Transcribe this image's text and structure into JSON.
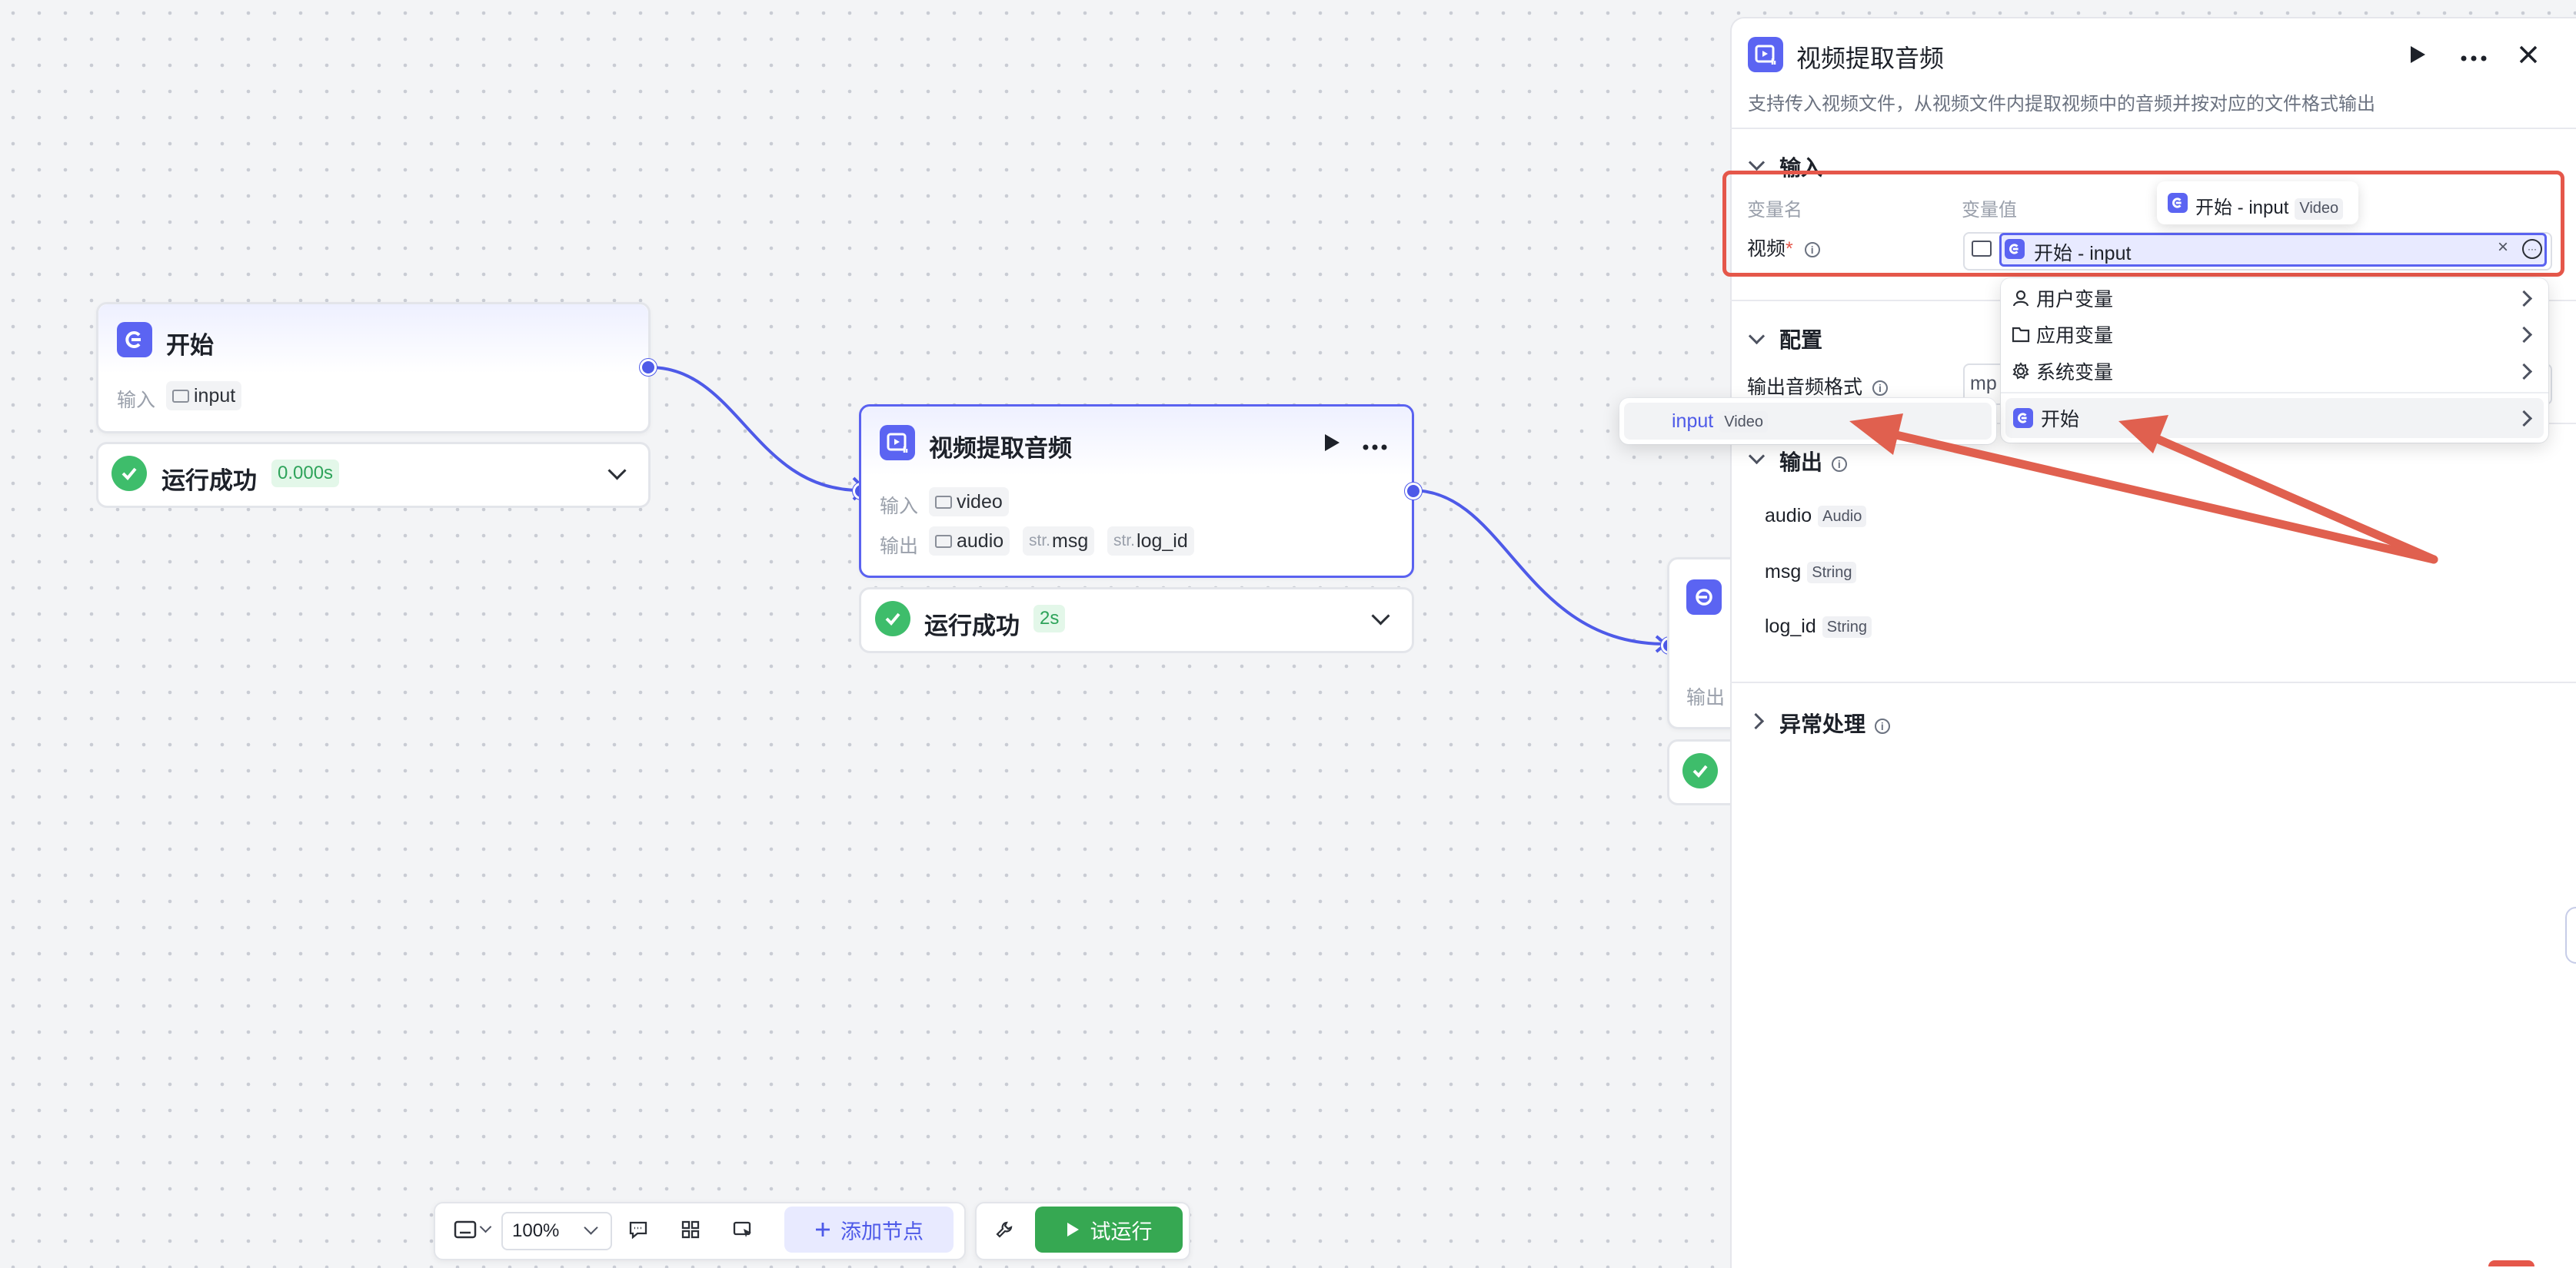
{
  "canvas": {
    "start_node": {
      "title": "开始",
      "input_label": "输入",
      "input_var": "input",
      "status": "运行成功",
      "duration": "0.000s"
    },
    "video_node": {
      "title": "视频提取音频",
      "input_label": "输入",
      "input_var": "video",
      "output_label": "输出",
      "outputs": [
        {
          "prefix": "",
          "name": "audio"
        },
        {
          "prefix": "str.",
          "name": "msg"
        },
        {
          "prefix": "str.",
          "name": "log_id"
        }
      ],
      "status": "运行成功",
      "duration": "2s"
    },
    "end_node": {
      "partial_label": "输出"
    }
  },
  "panel": {
    "title": "视频提取音频",
    "description": "支持传入视频文件，从视频文件内提取视频中的音频并按对应的文件格式输出",
    "input_section": {
      "title": "输入",
      "col_name": "变量名",
      "col_value": "变量值",
      "var_name": "视频",
      "required_mark": "*",
      "value_text": "开始 - input",
      "tooltip_text": "开始 - input",
      "tooltip_type": "Video"
    },
    "config_section": {
      "title": "配置",
      "format_label": "输出音频格式",
      "format_value": "mp"
    },
    "output_section": {
      "title": "输出",
      "items": [
        {
          "name": "audio",
          "type": "Audio"
        },
        {
          "name": "msg",
          "type": "String"
        },
        {
          "name": "log_id",
          "type": "String"
        }
      ]
    },
    "error_section": {
      "title": "异常处理"
    }
  },
  "dropdown": {
    "items": [
      "用户变量",
      "应用变量",
      "系统变量",
      "开始"
    ],
    "sub_item": {
      "name": "input",
      "type": "Video"
    }
  },
  "toolbar": {
    "zoom": "100%",
    "add_node": "添加节点",
    "run": "试运行"
  },
  "colors": {
    "accent": "#5b64f2",
    "success": "#3ebd6b",
    "run_button": "#36a852",
    "highlight_box": "#e5574a",
    "arrow": "#e0604f"
  }
}
